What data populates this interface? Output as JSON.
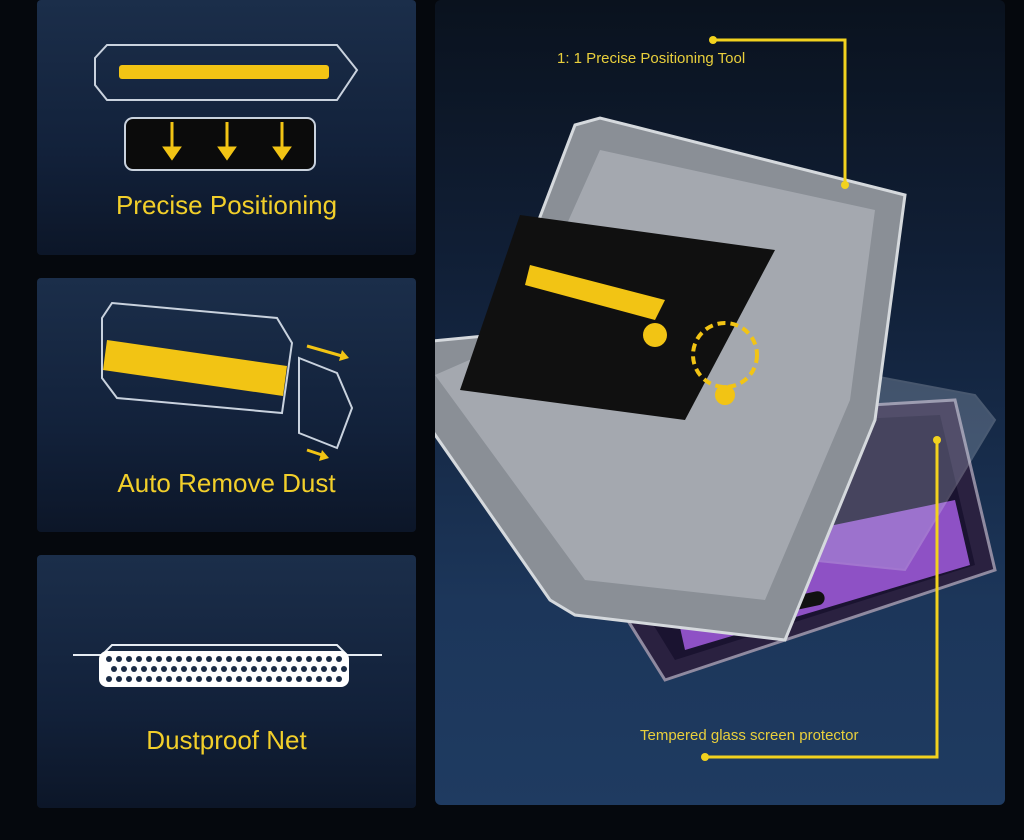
{
  "features": [
    {
      "label": "Precise Positioning",
      "icon": "positioning-tool-icon"
    },
    {
      "label": "Auto Remove Dust",
      "icon": "dust-removal-icon"
    },
    {
      "label": "Dustproof Net",
      "icon": "dustproof-net-icon"
    }
  ],
  "product": {
    "callout_top": "1: 1 Precise Positioning Tool",
    "callout_bottom": "Tempered glass screen protector",
    "accent_color": "#f2cf2a",
    "screen_color": "#9b59d6"
  }
}
